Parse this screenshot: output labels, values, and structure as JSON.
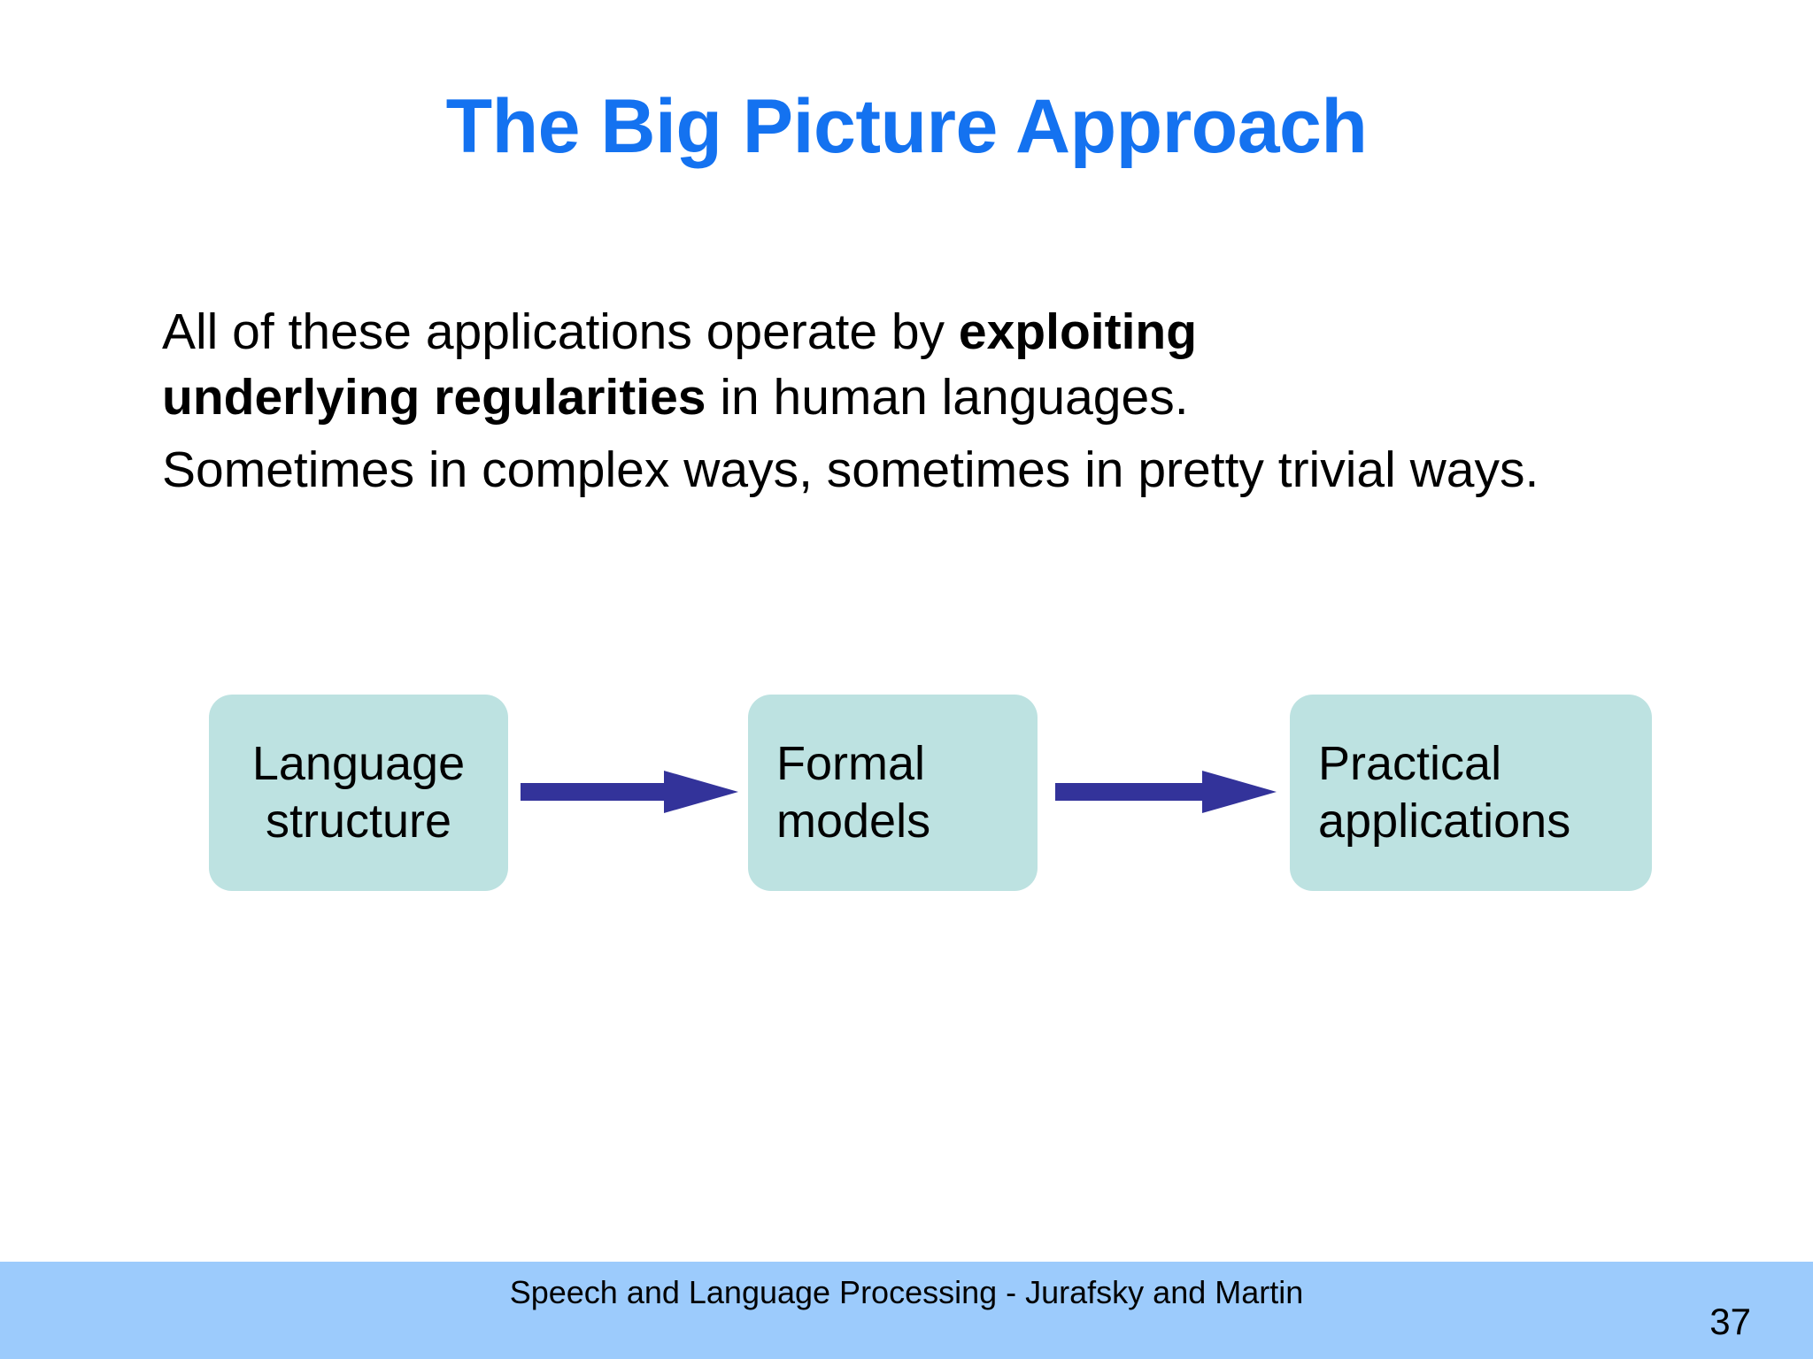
{
  "slide": {
    "title": "The Big Picture Approach",
    "title_color": "#1472f0",
    "background_color": "#ffffff"
  },
  "body": {
    "paragraph_1": {
      "segments": [
        {
          "text": "All of these applications operate by ",
          "bold": false
        },
        {
          "text": "exploiting underlying regularities",
          "bold": true
        },
        {
          "text": " in human languages.",
          "bold": false
        }
      ],
      "plain": "All of these applications operate by exploiting underlying regularities in human languages."
    },
    "paragraph_2": {
      "segments": [
        {
          "text": "Sometimes in complex ways, sometimes in pretty trivial ways.",
          "bold": false
        }
      ],
      "plain": "Sometimes in complex ways, sometimes in pretty trivial ways."
    }
  },
  "diagram": {
    "type": "flow",
    "box_fill_color": "#bde2e1",
    "arrow_color": "#33339a",
    "boxes": [
      {
        "label": "Language structure",
        "line_1": "Language",
        "line_2": "structure",
        "align": "center"
      },
      {
        "label": "Formal models",
        "line_1": "Formal",
        "line_2": "models",
        "align": "left"
      },
      {
        "label": "Practical applications",
        "line_1": "Practical",
        "line_2": "applications",
        "align": "left"
      }
    ],
    "arrows": [
      {
        "from": "Language structure",
        "to": "Formal models"
      },
      {
        "from": "Formal models",
        "to": "Practical applications"
      }
    ]
  },
  "footer": {
    "credit": "Speech and Language Processing - Jurafsky and Martin",
    "page_number": "37",
    "bar_color": "#9ccbfc"
  }
}
